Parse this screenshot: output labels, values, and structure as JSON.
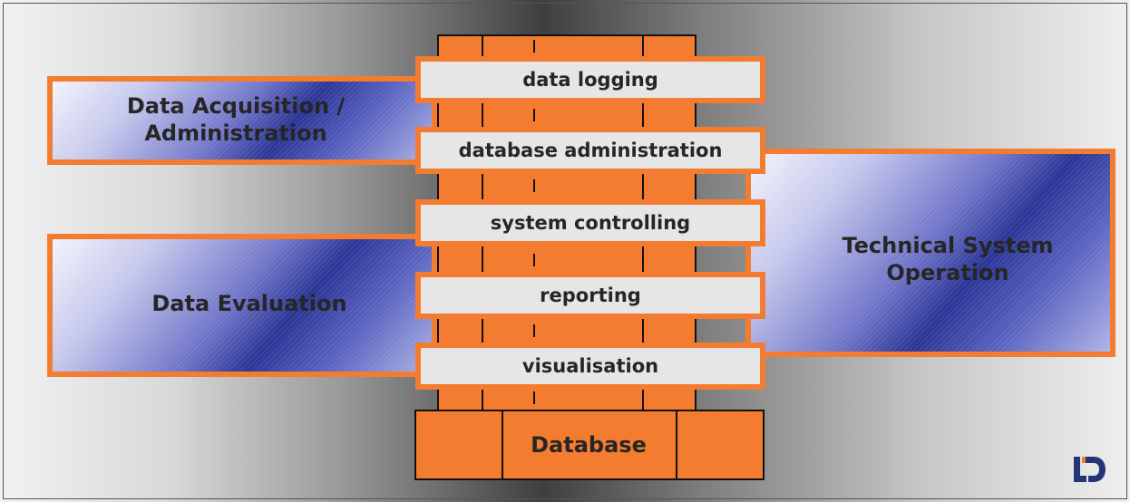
{
  "left_panels": {
    "acquisition": "Data Acquisition /\nAdministration",
    "evaluation": "Data Evaluation"
  },
  "right_panel": {
    "operation": "Technical System\nOperation"
  },
  "layers": [
    {
      "label": "data logging"
    },
    {
      "label": "database administration"
    },
    {
      "label": "system controlling"
    },
    {
      "label": "reporting"
    },
    {
      "label": "visualisation"
    }
  ],
  "database": {
    "label": "Database"
  },
  "colors": {
    "accent_orange": "#f47c30",
    "panel_blue": "#2a3596",
    "layer_gray": "#e6e6e6",
    "text_dark": "#262626",
    "logo_navy": "#26357a"
  },
  "logo": {
    "icon": "ld-logo-icon"
  }
}
